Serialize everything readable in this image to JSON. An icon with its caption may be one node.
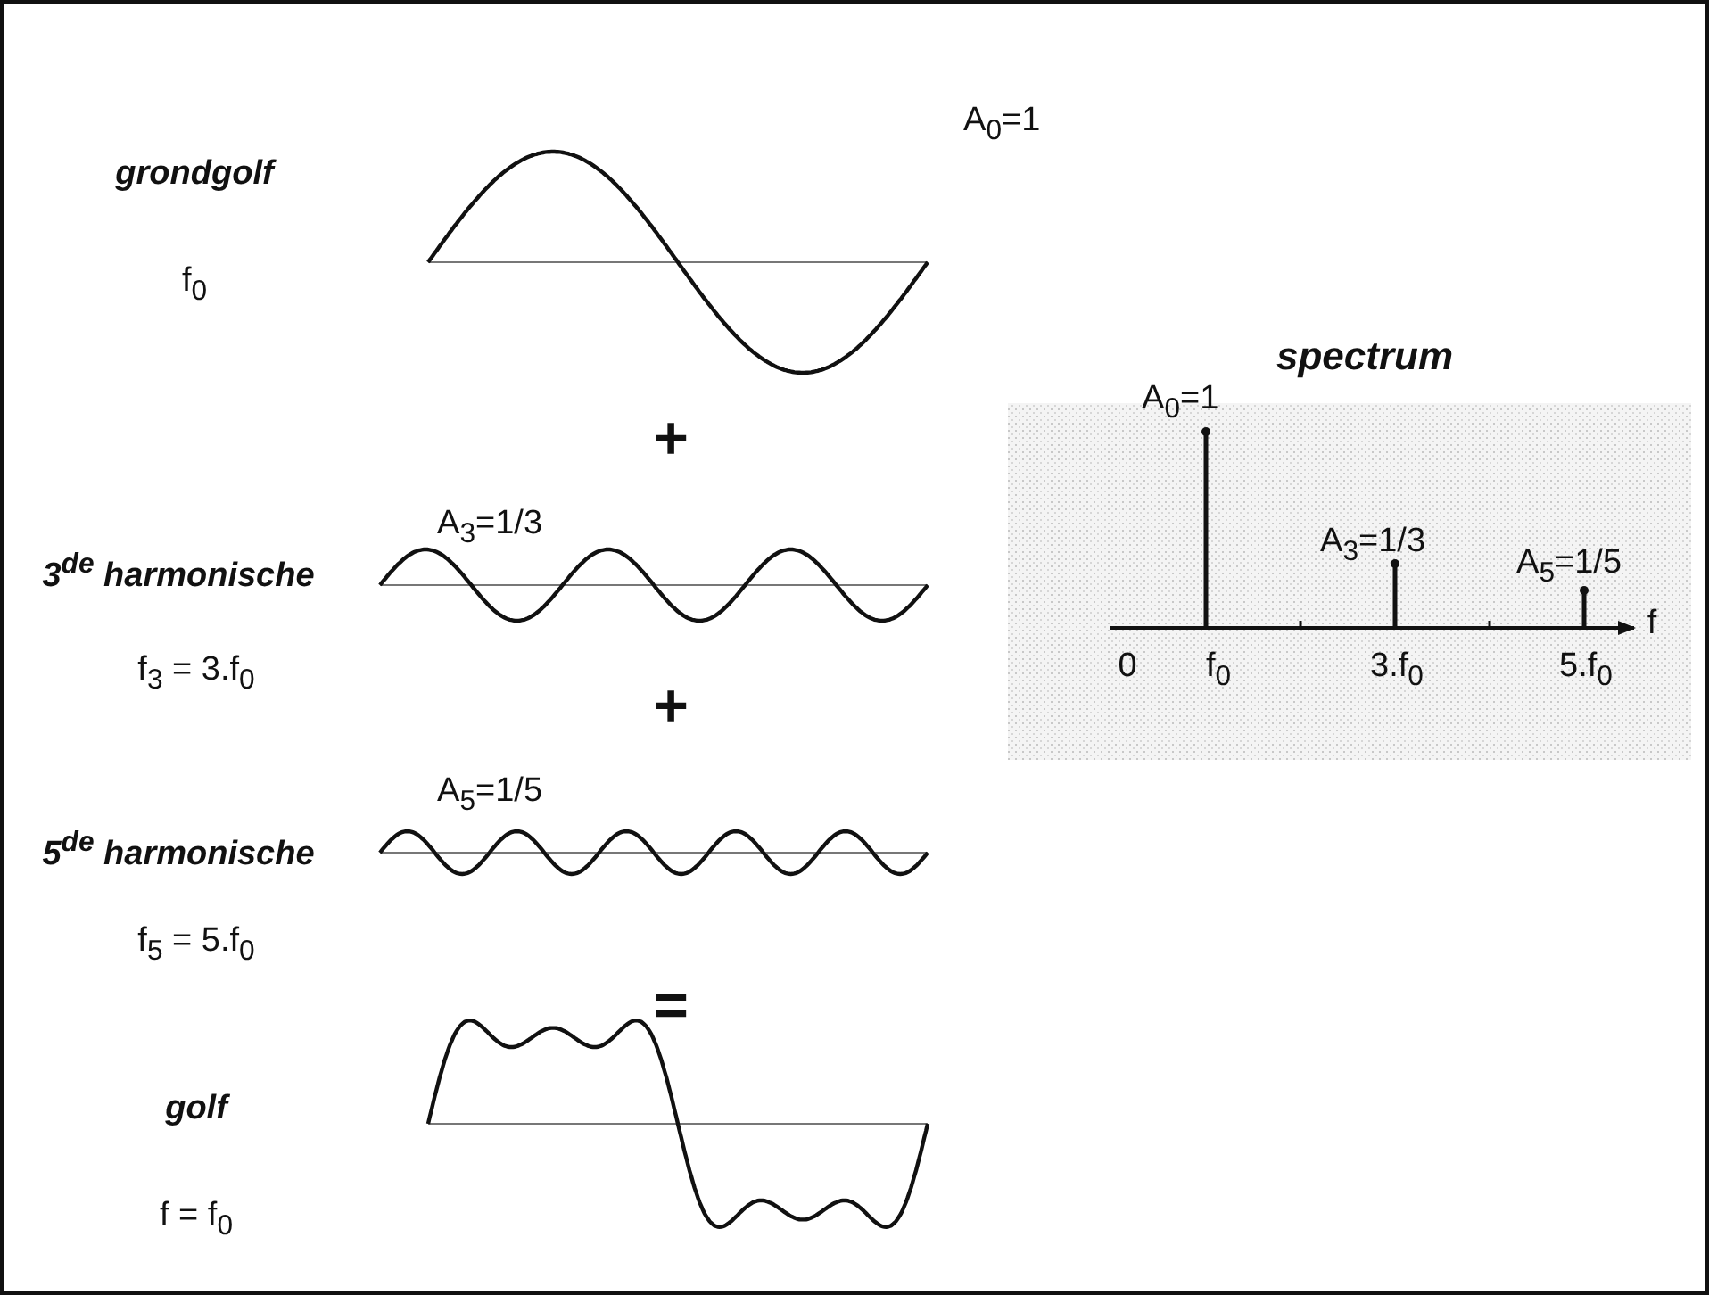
{
  "diagram": {
    "labels": [
      "A$_{0}$=1",
      "grondgolf",
      "f$_{0}$",
      "spectrum",
      "A$_{0}$=1",
      "+",
      "A$_{3}$=1/3",
      "3$^{de}$ harmonische",
      "A$_{3}$=1/3",
      "A$_{5}$=1/5",
      "f$_{3}$ = 3.f$_{0}$",
      "0",
      "f$_{0}$",
      "3.f$_{0}$",
      "5.f$_{0}$",
      "f",
      "+",
      "A$_{5}$=1/5",
      "5$^{de}$ harmonische",
      "f$_{5}$ = 5.f$_{0}$",
      "=",
      "golf",
      "f = f$_{0}$"
    ]
  }
}
